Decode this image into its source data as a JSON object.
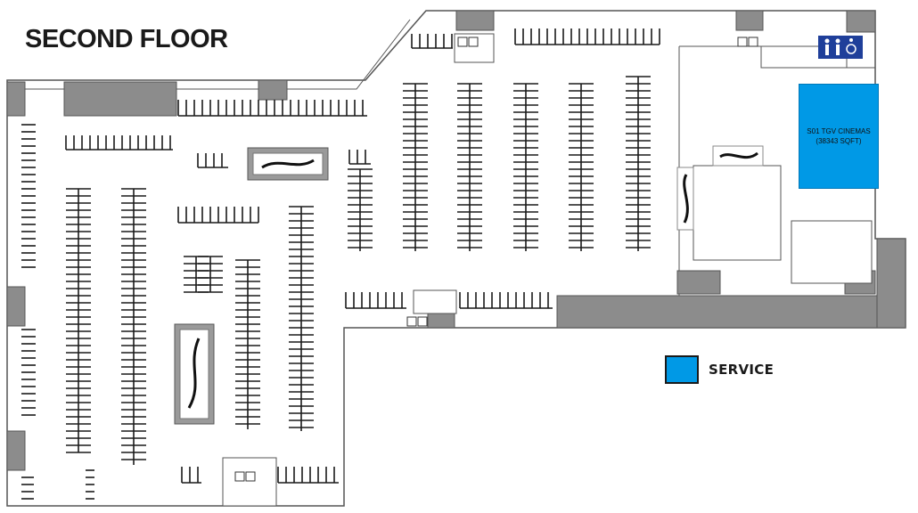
{
  "floor_title": "SECOND FLOOR",
  "unit": {
    "name": "S01 TGV CINEMAS",
    "area": "(38343 SQFT)"
  },
  "legend": {
    "label": "SERVICE",
    "color": "#0099e6"
  },
  "icons": [
    "escalator-icon",
    "restroom-icon",
    "wheelchair-icon",
    "lift-icon"
  ]
}
